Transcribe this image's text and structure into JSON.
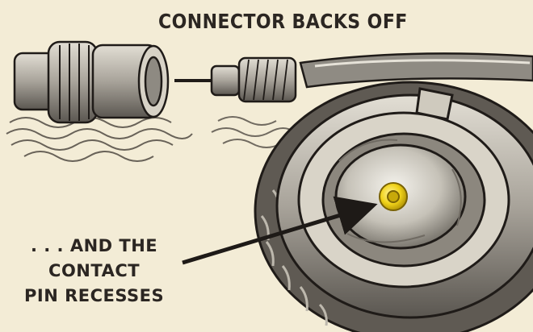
{
  "caption_top": "CONNECTOR BACKS OFF",
  "caption_bottom": {
    "line1": ". . . AND THE",
    "line2": "CONTACT",
    "line3": "PIN RECESSES"
  },
  "colors": {
    "paper": "#f3ecd6",
    "ink": "#2b2622",
    "metal": "#b9b4a8",
    "pin": "#f0d21a"
  }
}
